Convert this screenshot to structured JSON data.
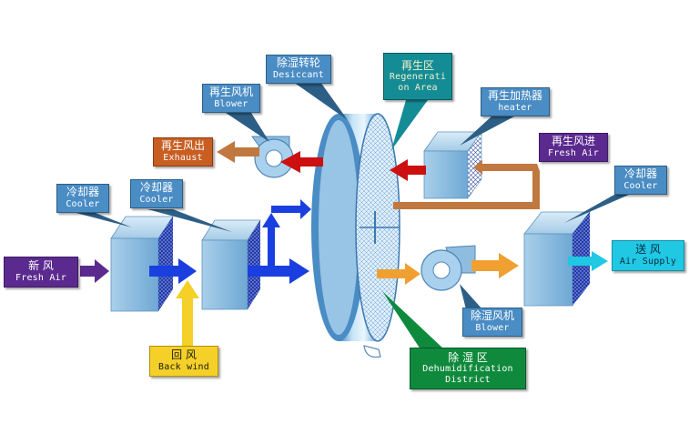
{
  "labels": {
    "desiccant": {
      "zh": "除湿转轮",
      "en": "Desiccant"
    },
    "regen_area": {
      "zh": "再生区",
      "en1": "Regenerati",
      "en2": "on Area"
    },
    "regen_blower": {
      "zh": "再生风机",
      "en": "Blower"
    },
    "regen_heater": {
      "zh": "再生加热器",
      "en": "heater"
    },
    "exhaust": {
      "zh": "再生风出",
      "en": "Exhaust"
    },
    "regen_fresh_air": {
      "zh": "再生风进",
      "en": "Fresh Air"
    },
    "cooler_left": {
      "zh": "冷却器",
      "en": "Cooler"
    },
    "cooler_middle": {
      "zh": "冷却器",
      "en": "Cooler"
    },
    "cooler_right": {
      "zh": "冷却器",
      "en": "Cooler"
    },
    "fresh_air_in": {
      "zh": "新    风",
      "en": "Fresh Air"
    },
    "air_supply": {
      "zh": "送  风",
      "en": "Air Supply"
    },
    "back_wind": {
      "zh": "回    风",
      "en": "Back wind"
    },
    "process_blower": {
      "zh": "除湿风机",
      "en": "Blower"
    },
    "dehum_district": {
      "zh": "除    湿    区",
      "en1": "Dehumidification",
      "en2": "District"
    }
  },
  "colors": {
    "label_blue": "#4a8cc4",
    "label_purple": "#5b2a8f",
    "label_orange": "#c85e22",
    "label_teal": "#148c96",
    "label_cyan": "#20c8e4",
    "label_yellow": "#f4d028",
    "label_green": "#0f8a3c",
    "arrow_blue": "#1a3fe0",
    "arrow_red": "#cc1010",
    "arrow_orange": "#f0a030",
    "arrow_brown": "#c07840"
  }
}
